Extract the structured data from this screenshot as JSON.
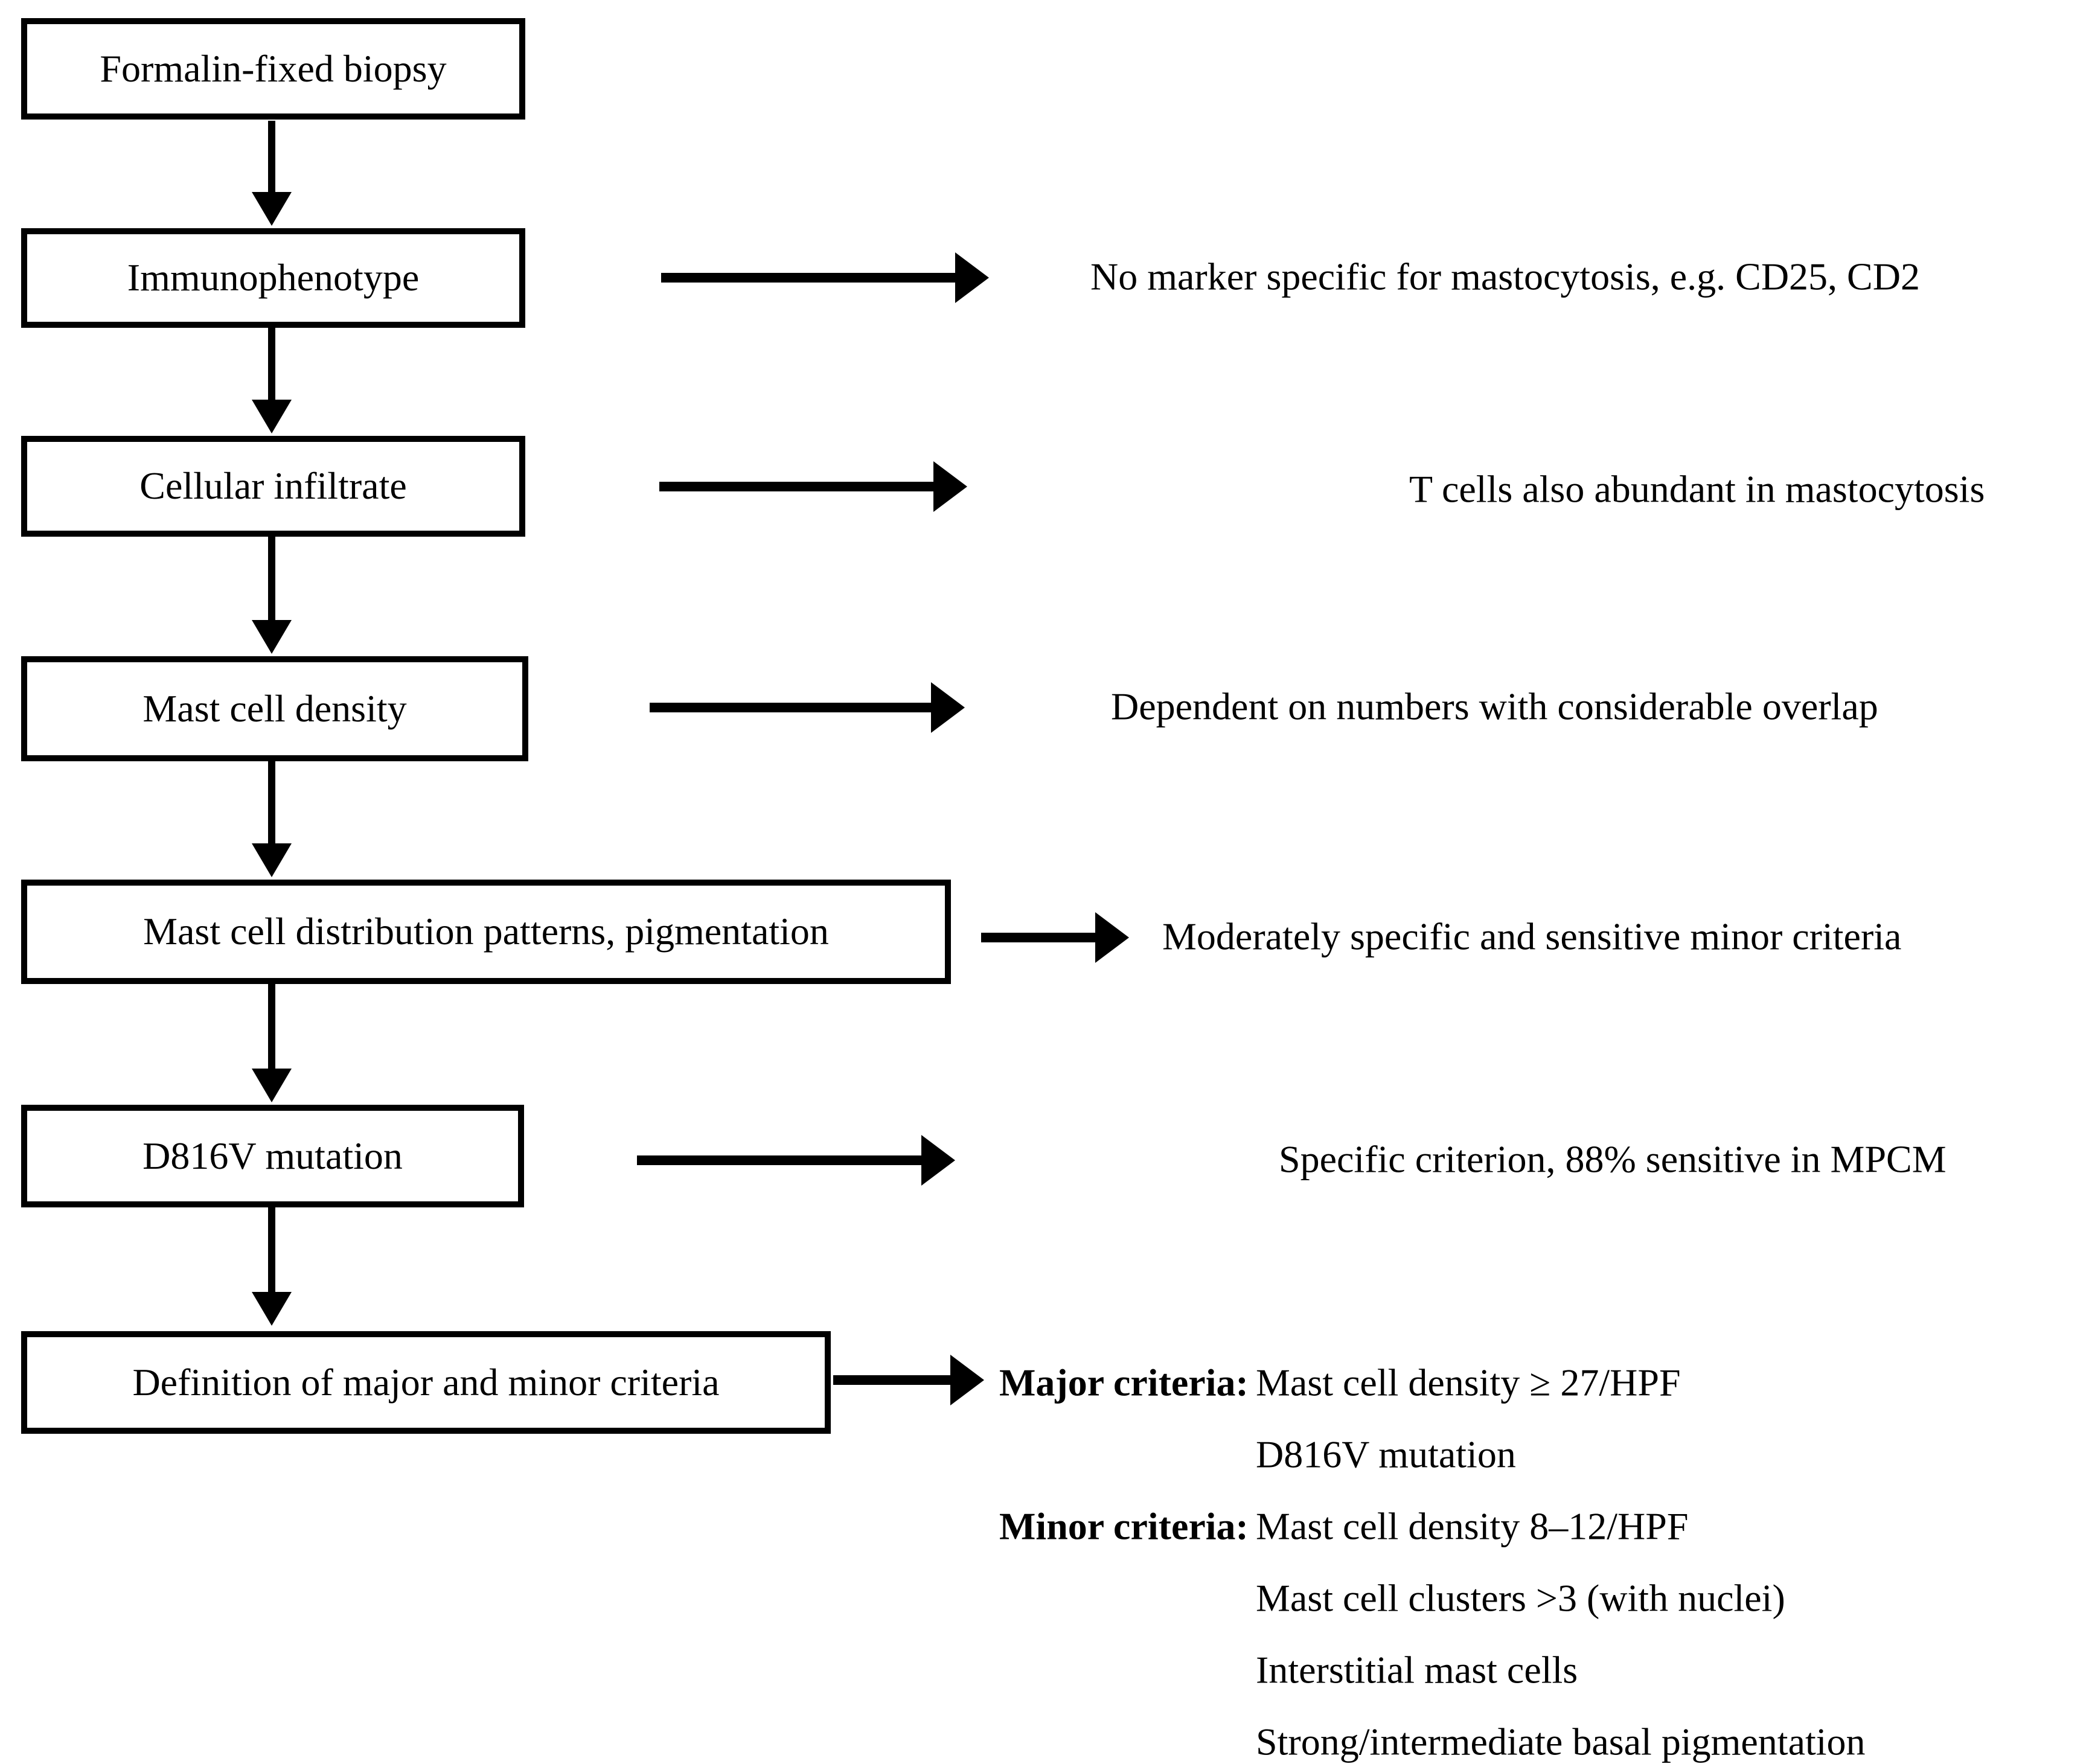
{
  "figure": {
    "type": "flowchart",
    "ink_color": "#000000",
    "background_color": "#ffffff"
  },
  "flow": {
    "boxes": [
      {
        "label": "Formalin-fixed biopsy"
      },
      {
        "label": "Immunophenotype"
      },
      {
        "label": "Cellular infiltrate"
      },
      {
        "label": "Mast cell density"
      },
      {
        "label": "Mast cell distribution patterns, pigmentation"
      },
      {
        "label": "D816V mutation"
      },
      {
        "label": "Definition of major and minor criteria"
      }
    ],
    "notes": [
      {
        "text": "No marker specific for mastocytosis, e.g. CD25, CD2"
      },
      {
        "text": "T cells also abundant in mastocytosis"
      },
      {
        "text": "Dependent on numbers with considerable overlap"
      },
      {
        "text": "Moderately specific and sensitive minor criteria"
      },
      {
        "text": "Specific criterion, 88% sensitive in MPCM"
      }
    ]
  },
  "criteria": {
    "major": {
      "label": "Major criteria:",
      "items": [
        "Mast cell density ≥ 27/HPF",
        "D816V mutation"
      ]
    },
    "minor": {
      "label": "Minor criteria:",
      "items": [
        "Mast cell density 8–12/HPF",
        "Mast cell clusters >3 (with nuclei)",
        "Interstitial mast cells",
        "Strong/intermediate basal pigmentation"
      ]
    }
  }
}
